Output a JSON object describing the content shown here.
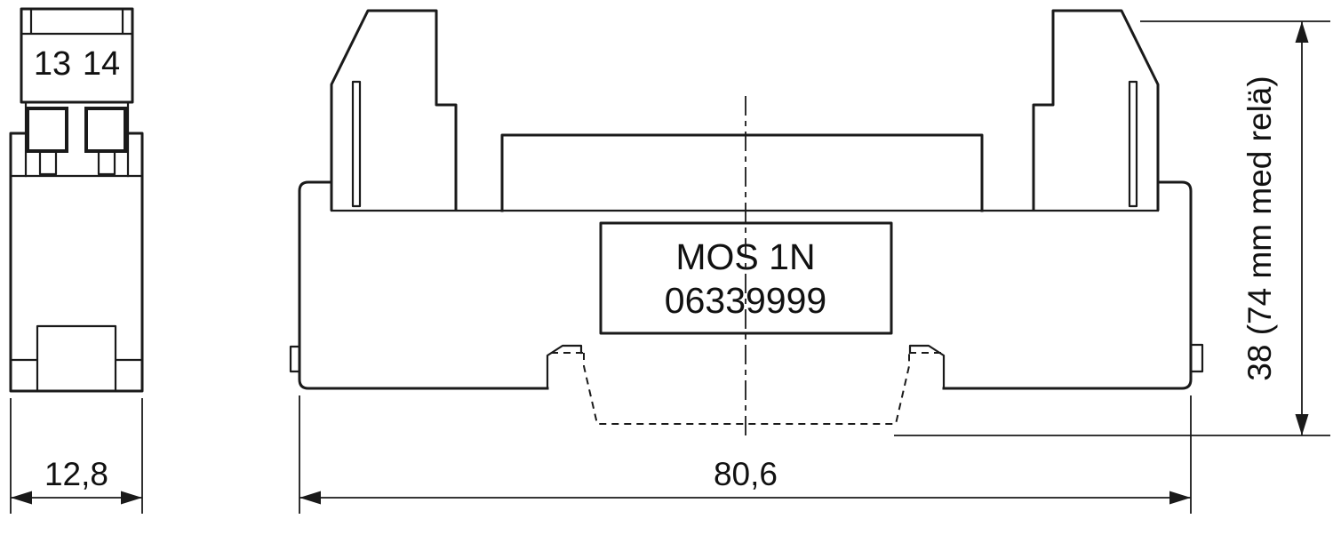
{
  "colors": {
    "line": "#1a1a1a",
    "label_plate_bg": "#d6d6d6",
    "terminal_fill": "#9c9c9c",
    "background": "#ffffff"
  },
  "side_view": {
    "terminal_1": "13",
    "terminal_2": "14",
    "width_dimension": "12,8"
  },
  "front_view": {
    "product_name": "MOS 1N",
    "product_number": "06339999",
    "width_dimension": "80,6",
    "height_dimension": "38 (74 mm med relä)"
  }
}
